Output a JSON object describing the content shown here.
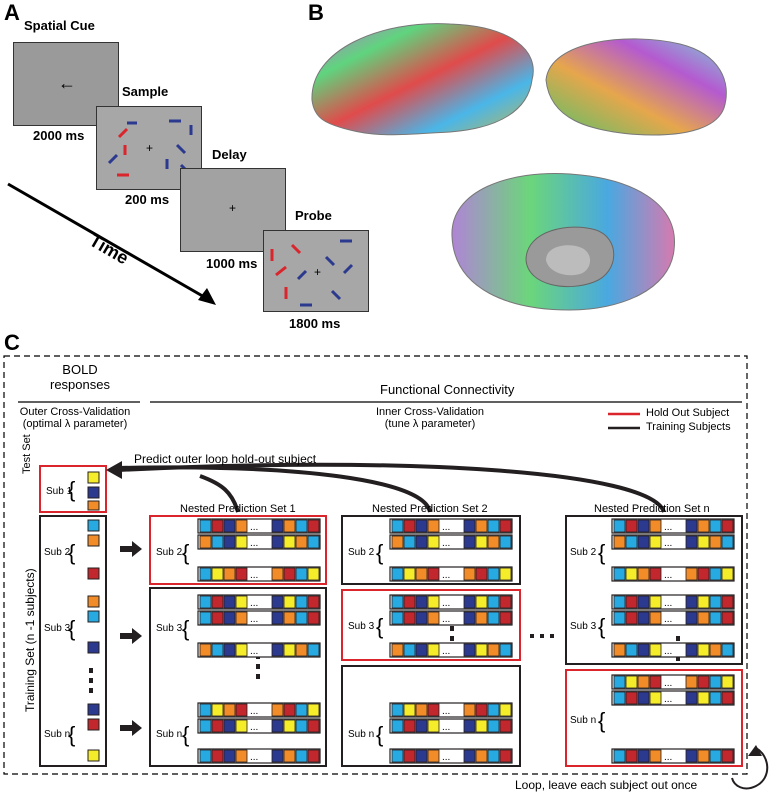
{
  "panelA": {
    "letter": "A",
    "spatial_cue": "Spatial Cue",
    "sample": "Sample",
    "delay": "Delay",
    "probe": "Probe",
    "t1": "2000 ms",
    "t2": "200 ms",
    "t3": "1000 ms",
    "t4": "1800 ms",
    "time": "Time",
    "arrow_glyph": "←",
    "fixation": "+"
  },
  "panelB": {
    "letter": "B"
  },
  "panelC": {
    "letter": "C",
    "bold_title_1": "BOLD",
    "bold_title_2": "responses",
    "fc_title": "Functional Connectivity",
    "outer_cv_1": "Outer Cross-Validation",
    "outer_cv_2": "(optimal λ parameter)",
    "inner_cv_1": "Inner Cross-Validation",
    "inner_cv_2": "(tune λ parameter)",
    "legend_hold_out": "Hold Out Subject",
    "legend_training": "Training Subjects",
    "predict_text": "Predict outer loop hold-out subject",
    "test_set": "Test Set",
    "training_set": "Training Set (n -1 subjects)",
    "sub1": "Sub 1",
    "sub2": "Sub 2",
    "sub3": "Sub 3",
    "subn": "Sub n",
    "nested1": "Nested Prediction Set 1",
    "nested2": "Nested Prediction Set 2",
    "nestedn": "Nested Prediction Set n",
    "loop_text": "Loop, leave each subject out once",
    "ellipsis": "...",
    "colors": {
      "hold_out": "#d9252b",
      "training": "#231f20",
      "yellow": "#f5ec2a",
      "orange": "#f28c28",
      "blue": "#2b3a8f",
      "cyan": "#27aae1",
      "red": "#c1272d"
    }
  }
}
